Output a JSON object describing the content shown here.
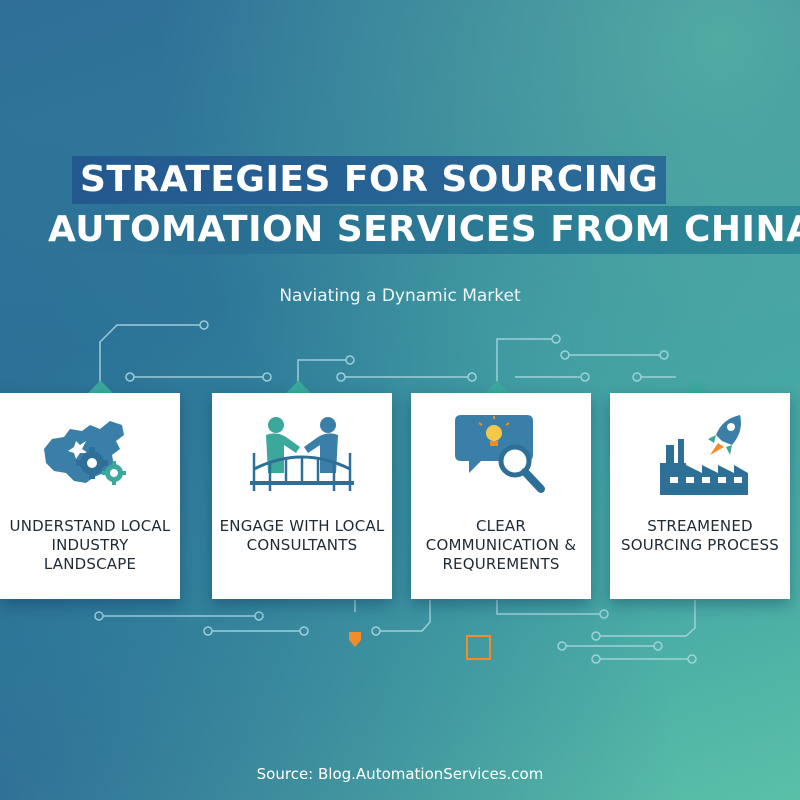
{
  "title": {
    "line1": "STRATEGIES FOR SOURCING",
    "line2": "AUTOMATION SERVICES FROM CHINA"
  },
  "subtitle": "Naviating a Dynamic Market",
  "cards": [
    {
      "label": "UNDERSTAND LOCAL INDUSTRY LANDSCAPE",
      "icon": "china-map-gears-icon"
    },
    {
      "label": "ENGAGE WITH LOCAL CONSULTANTS",
      "icon": "handshake-bridge-icon"
    },
    {
      "label": "CLEAR COMMUNICATION & REQUREMENTS",
      "icon": "chat-lightbulb-magnifier-icon"
    },
    {
      "label": "STREAMENED SOURCING PROCESS",
      "icon": "rocket-factory-icon"
    }
  ],
  "source": "Source: Blog.AutomationServices.com",
  "colors": {
    "accent_teal": "#3aa99b",
    "accent_orange": "#f08c2a",
    "card_bg": "#ffffff",
    "text_dark": "#1f2a33"
  }
}
